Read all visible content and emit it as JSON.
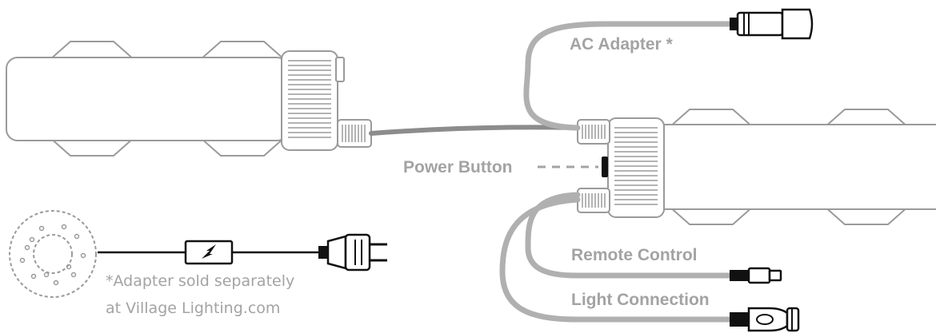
{
  "labels": {
    "ac_adapter": "AC Adapter *",
    "power_button": "Power Button",
    "remote_control": "Remote Control",
    "light_connection": "Light Connection"
  },
  "note": {
    "line1": "*Adapter sold separately",
    "line2": "at Village Lighting.com"
  },
  "colors": {
    "label_gray": "#a3a3a3",
    "outline_gray": "#9a9a9a",
    "cable_gray": "#b0b0b0",
    "plug_black": "#111111"
  },
  "icons": {
    "adapter": "lightning-bolt-icon",
    "wall_plug": "wall-plug-icon",
    "wreath": "wreath-icon"
  }
}
